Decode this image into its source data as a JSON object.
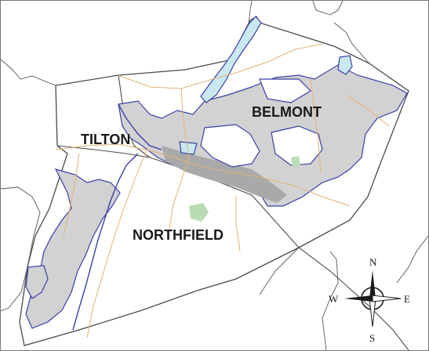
{
  "map": {
    "towns": {
      "tilton": "TILTON",
      "belmont": "BELMONT",
      "northfield": "NORTHFIELD"
    },
    "compass": {
      "north": "N",
      "south": "S",
      "east": "E",
      "west": "W"
    },
    "colors": {
      "background": "#ffffff",
      "town_boundary": "#4a4a4a",
      "floodplain": "#d2d2d2",
      "floodplain_dark": "#a9a9a9",
      "water": "#c9e8f0",
      "river_outline": "#3a3fa6",
      "roads": "#e2b178",
      "parks": "#b9dcb2"
    }
  }
}
